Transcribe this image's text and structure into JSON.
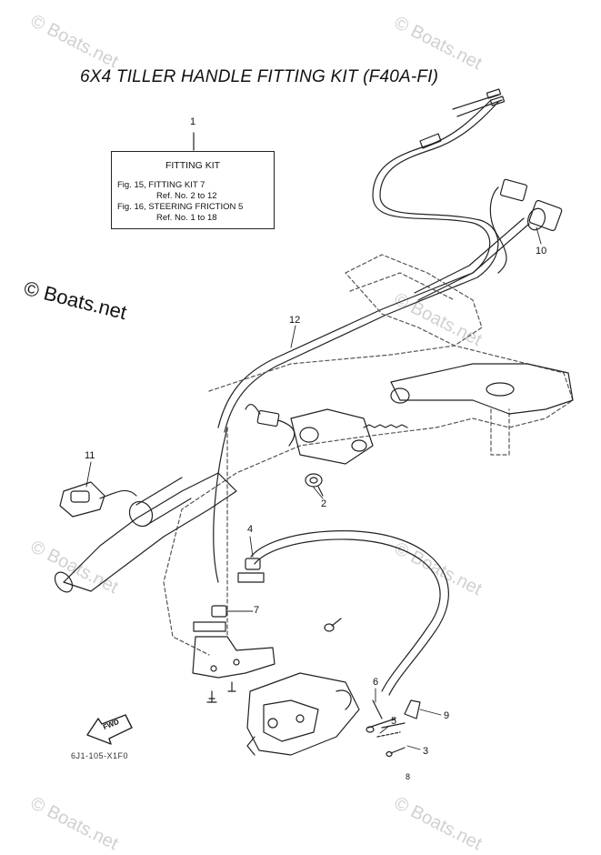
{
  "title": "6X4 TILLER HANDLE FITTING KIT (F40A-FI)",
  "copyright": "© Boats.net",
  "watermark": "© Boats.net",
  "kit_box": {
    "heading": "FITTING KIT",
    "lines": [
      "Fig. 15, FITTING KIT 7",
      "Ref. No. 2 to 12",
      "Fig. 16, STEERING FRICTION 5",
      "Ref. No. 1 to 18"
    ]
  },
  "refs": {
    "r1": "1",
    "r2": "2",
    "r3": "3",
    "r4": "4",
    "r5": "5",
    "r6": "6",
    "r7": "7",
    "r9": "9",
    "r10": "10",
    "r11": "11",
    "r12": "12"
  },
  "fwd_label": "FWD",
  "drawing_code": "6J1-105-X1F0",
  "page_mark": "8",
  "colors": {
    "line": "#222222",
    "watermark": "#d0d0d0"
  }
}
